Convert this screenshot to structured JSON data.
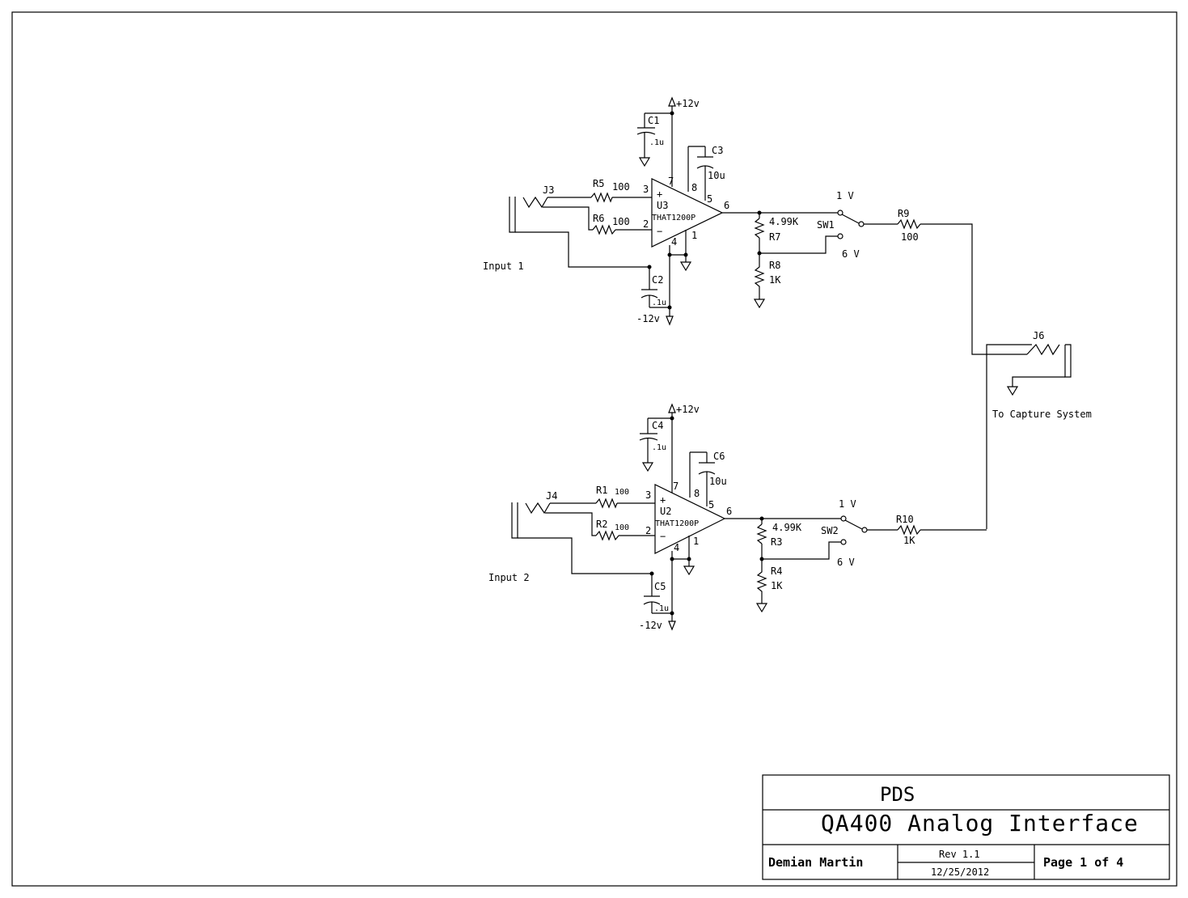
{
  "supply": {
    "pos": "+12v",
    "neg": "-12v"
  },
  "ch1": {
    "input_label": "Input 1",
    "jack": "J3",
    "opamp": "U3",
    "part": "THAT1200P",
    "pins": {
      "p3": "3",
      "p2": "2",
      "p7": "7",
      "p8": "8",
      "p5": "5",
      "p6": "6",
      "p4": "4",
      "p1": "1"
    },
    "r_a": {
      "ref": "R5",
      "val": "100"
    },
    "r_b": {
      "ref": "R6",
      "val": "100"
    },
    "c_top": {
      "ref": "C1",
      "val": ".1u"
    },
    "c_bot": {
      "ref": "C2",
      "val": ".1u"
    },
    "c_ref": {
      "ref": "C3",
      "val": "10u"
    },
    "r_div_top": {
      "ref": "R7",
      "val": "4.99K"
    },
    "r_div_bot": {
      "ref": "R8",
      "val": "1K"
    },
    "sw": {
      "ref": "SW1",
      "pos1": "1 V",
      "pos2": "6 V"
    },
    "r_out": {
      "ref": "R9",
      "val": "100"
    }
  },
  "ch2": {
    "input_label": "Input 2",
    "jack": "J4",
    "opamp": "U2",
    "part": "THAT1200P",
    "pins": {
      "p3": "3",
      "p2": "2",
      "p7": "7",
      "p8": "8",
      "p5": "5",
      "p6": "6",
      "p4": "4",
      "p1": "1"
    },
    "r_a": {
      "ref": "R1",
      "val": "100"
    },
    "r_b": {
      "ref": "R2",
      "val": "100"
    },
    "c_top": {
      "ref": "C4",
      "val": ".1u"
    },
    "c_bot": {
      "ref": "C5",
      "val": ".1u"
    },
    "c_ref": {
      "ref": "C6",
      "val": "10u"
    },
    "r_div_top": {
      "ref": "R3",
      "val": "4.99K"
    },
    "r_div_bot": {
      "ref": "R4",
      "val": "1K"
    },
    "sw": {
      "ref": "SW2",
      "pos1": "1 V",
      "pos2": "6 V"
    },
    "r_out": {
      "ref": "R10",
      "val": "1K"
    }
  },
  "output": {
    "jack": "J6",
    "label": "To Capture System"
  },
  "title_block": {
    "company": "PDS",
    "title": "QA400 Analog Interface",
    "author": "Demian Martin",
    "rev": "Rev 1.1",
    "date": "12/25/2012",
    "page": "Page 1 of 4"
  }
}
